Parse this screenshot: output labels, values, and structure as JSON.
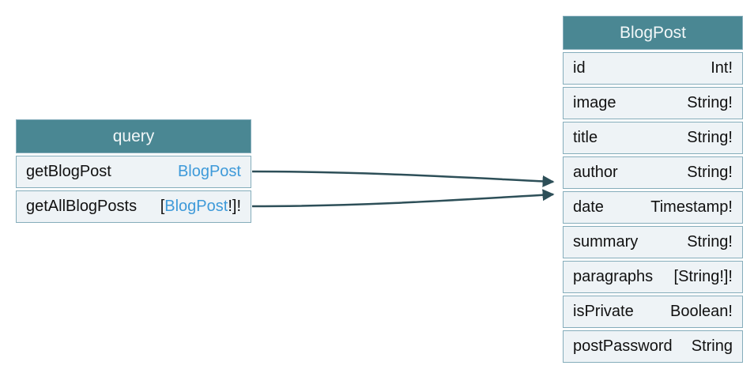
{
  "colors": {
    "header_bg": "#4a8793",
    "header_text": "#f2f7f8",
    "row_bg": "#eef3f6",
    "border": "#85adbb",
    "link_blue": "#3e9ad9",
    "field_text": "#111111",
    "arrow": "#2d4f58"
  },
  "query_table": {
    "title": "query",
    "fields": [
      {
        "name": "getBlogPost",
        "type_prefix": "",
        "type_link": "BlogPost",
        "type_suffix": ""
      },
      {
        "name": "getAllBlogPosts",
        "type_prefix": "[",
        "type_link": "BlogPost",
        "type_suffix": "!]!"
      }
    ]
  },
  "blogpost_table": {
    "title": "BlogPost",
    "fields": [
      {
        "name": "id",
        "type": "Int!"
      },
      {
        "name": "image",
        "type": "String!"
      },
      {
        "name": "title",
        "type": "String!"
      },
      {
        "name": "author",
        "type": "String!"
      },
      {
        "name": "date",
        "type": "Timestamp!"
      },
      {
        "name": "summary",
        "type": "String!"
      },
      {
        "name": "paragraphs",
        "type": "[String!]!"
      },
      {
        "name": "isPrivate",
        "type": "Boolean!"
      },
      {
        "name": "postPassword",
        "type": "String"
      }
    ]
  },
  "edges": [
    {
      "from": "query.getBlogPost",
      "to": "BlogPost"
    },
    {
      "from": "query.getAllBlogPosts",
      "to": "BlogPost"
    }
  ]
}
